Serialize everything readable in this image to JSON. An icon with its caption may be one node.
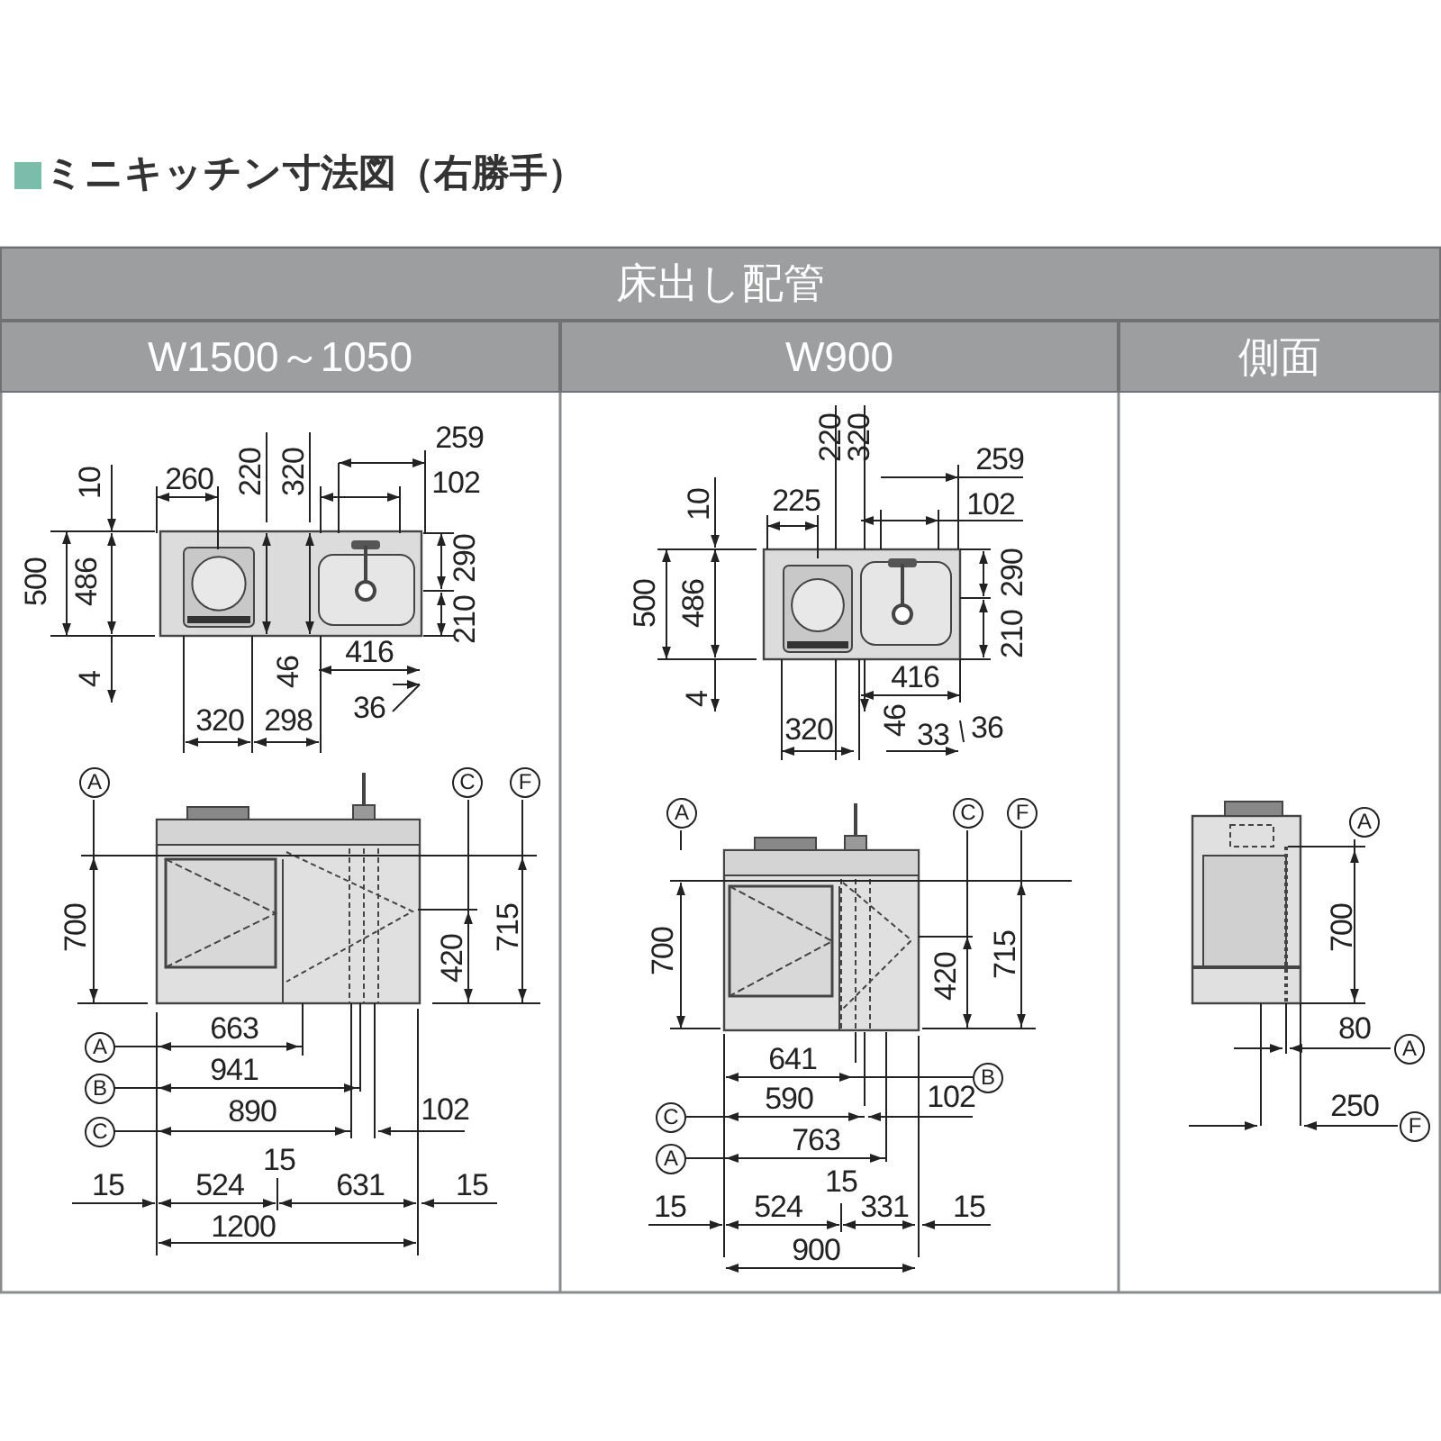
{
  "diagram": {
    "title": "ミニキッチン寸法図（右勝手）",
    "labels": [
      "床出し配管",
      "W1500～1050",
      "W900",
      "側面",
      "259",
      "10",
      "260",
      "220",
      "320",
      "102",
      "500",
      "486",
      "290",
      "210",
      "4",
      "416",
      "46",
      "36",
      "320",
      "298",
      "A",
      "C",
      "F",
      "700",
      "420",
      "715",
      "663",
      "A",
      "941",
      "B",
      "890",
      "102",
      "C",
      "15",
      "524",
      "15",
      "631",
      "15",
      "1200",
      "220",
      "320",
      "259",
      "10",
      "225",
      "102",
      "500",
      "486",
      "290",
      "210",
      "4",
      "416",
      "320",
      "46",
      "33",
      "36",
      "A",
      "C",
      "F",
      "700",
      "420",
      "715",
      "641",
      "B",
      "590",
      "102",
      "C",
      "763",
      "A",
      "15",
      "524",
      "15",
      "331",
      "15",
      "900",
      "A",
      "700",
      "80",
      "A",
      "250",
      "F"
    ]
  }
}
